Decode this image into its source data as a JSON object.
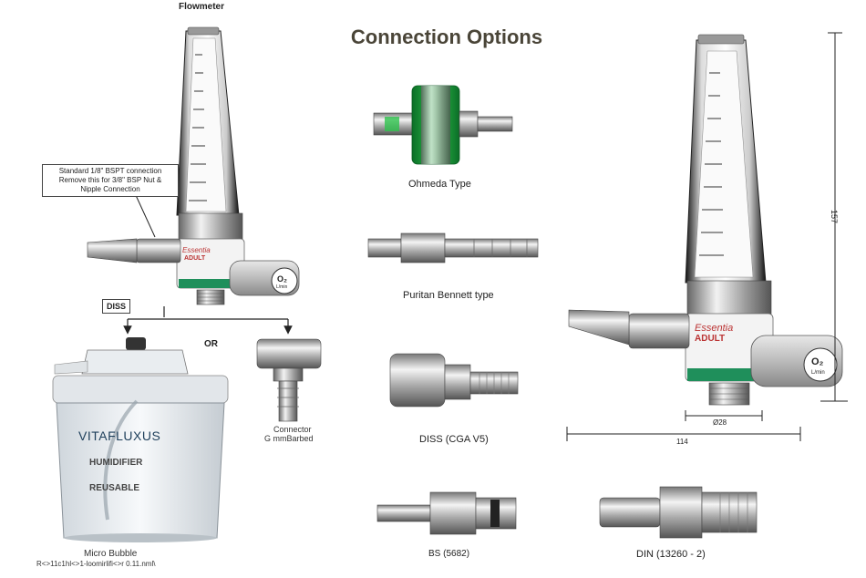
{
  "title": "Connection Options",
  "flowmeter_label": "Flowmeter",
  "callout": {
    "line1": "Standard 1/8\" BSPT connection",
    "line2": "Remove this for 3/8\" BSP Nut &",
    "line3": "Nipple Connection"
  },
  "diss_label": "DISS",
  "or_label": "OR",
  "connector_label_1": "Connector",
  "connector_label_2": "G mmBarbed",
  "humidifier": {
    "brand": "VITAFLUXUS",
    "line1": "HUMIDIFIER",
    "line2": "REUSABLE"
  },
  "micro_bubble_label": "Micro Bubble",
  "micro_bubble_sub": "R<>11c1hl<>1-loomirlifi<>r 0.11.nml\\",
  "brand_script": "Essentia",
  "adult_label": "ADULT",
  "o2_label": "O₂",
  "lmin_label": "L/min",
  "options": {
    "ohmeda": "Ohmeda Type",
    "puritan": "Puritan Bennett type",
    "diss": "DISS (CGA V5)",
    "bs": "BS (5682)",
    "din": "DIN (13260 - 2)"
  },
  "dimensions": {
    "height": "157",
    "width": "114",
    "diameter": "Ø28"
  }
}
